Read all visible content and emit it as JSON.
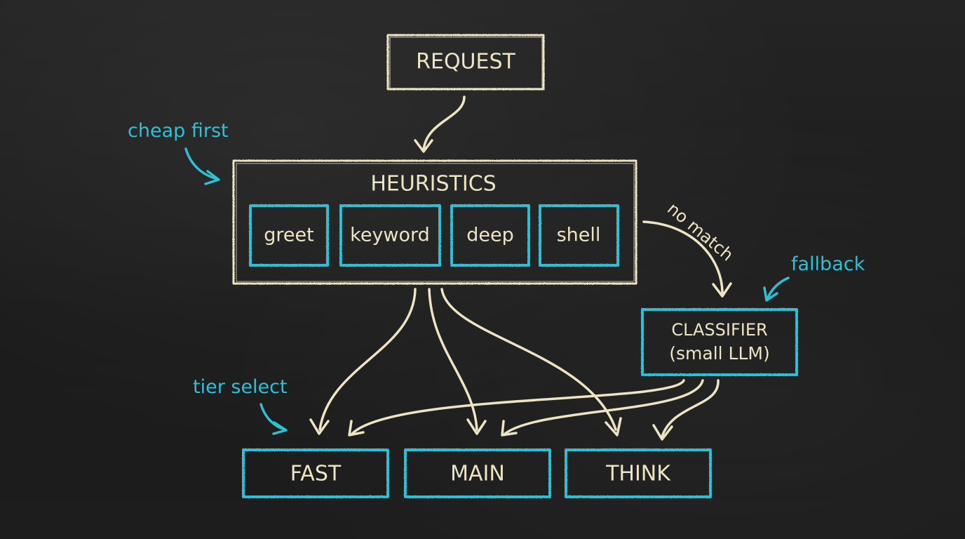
{
  "colors": {
    "chalk": "#ede4c4",
    "cyan": "#2fc0d6",
    "board": "#1f1f1f"
  },
  "nodes": {
    "request": "REQUEST",
    "heuristics": "HEURISTICS",
    "rules": [
      "greet",
      "keyword",
      "deep",
      "shell"
    ],
    "classifier_line1": "CLASSIFIER",
    "classifier_line2": "(small LLM)",
    "tiers": [
      "FAST",
      "MAIN",
      "THINK"
    ]
  },
  "annotations": {
    "cheap_first": "cheap first",
    "no_match": "no match",
    "fallback": "fallback",
    "tier_select": "tier select"
  }
}
